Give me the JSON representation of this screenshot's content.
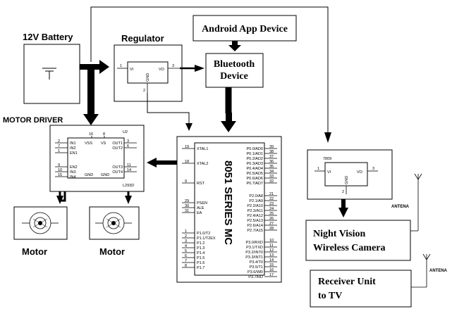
{
  "labels": {
    "battery": "12V Battery",
    "regulator": "Regulator",
    "android": "Android App Device",
    "bt_line1": "Bluetooth",
    "bt_line2": "Device",
    "motor_driver": "MOTOR DRIVER",
    "mc": "8051 SERIES MC",
    "motor_left": "Motor",
    "motor_right": "Motor",
    "camera_line1": "Night Vision",
    "camera_line2": "Wireless Camera",
    "receiver_line1": "Receiver Unit",
    "receiver_line2": "to TV",
    "antenna_top": "ANTENA",
    "antenna_bottom": "ANTENA"
  },
  "regulator_chip": {
    "vi": "VI",
    "vo": "VO",
    "gnd": "GND",
    "pin1": "1",
    "pin2": "2",
    "pin3": "3"
  },
  "regulator2_chip": {
    "part": "7809",
    "vi": "VI",
    "vo": "VO",
    "gnd": "GND",
    "pin1": "1",
    "pin2": "2",
    "pin3": "3"
  },
  "motor_driver_chip": {
    "ref": "U2",
    "part": "L293D",
    "vss": "VSS",
    "vs": "VS",
    "pin16": "16",
    "pin8": "8",
    "left_pins": [
      {
        "num": "2",
        "name": "IN1"
      },
      {
        "num": "7",
        "name": "IN2"
      },
      {
        "num": "1",
        "name": "EN1"
      },
      {
        "num": "9",
        "name": "EN2"
      },
      {
        "num": "10",
        "name": "IN3"
      },
      {
        "num": "15",
        "name": "IN4"
      }
    ],
    "right_pins": [
      {
        "num": "3",
        "name": "OUT1"
      },
      {
        "num": "6",
        "name": "OUT2"
      },
      {
        "num": "11",
        "name": "OUT3"
      },
      {
        "num": "14",
        "name": "OUT4"
      }
    ],
    "gnd1": "GND",
    "gnd2": "GND"
  },
  "mc_chip": {
    "left_pins": [
      {
        "num": "19",
        "name": "XTAL1"
      },
      {
        "num": "18",
        "name": "XTAL2"
      },
      {
        "num": "9",
        "name": "RST"
      },
      {
        "num": "29",
        "name": "PSEN"
      },
      {
        "num": "30",
        "name": "ALE"
      },
      {
        "num": "31",
        "name": "EA"
      },
      {
        "num": "1",
        "name": "P1.0/T2"
      },
      {
        "num": "2",
        "name": "P1.1/T2EX"
      },
      {
        "num": "3",
        "name": "P1.2"
      },
      {
        "num": "4",
        "name": "P1.3"
      },
      {
        "num": "5",
        "name": "P1.4"
      },
      {
        "num": "6",
        "name": "P1.5"
      },
      {
        "num": "7",
        "name": "P1.6"
      },
      {
        "num": "8",
        "name": "P1.7"
      }
    ],
    "right_pins": [
      {
        "num": "39",
        "name": "P0.0/AD0"
      },
      {
        "num": "38",
        "name": "P0.1/AD1"
      },
      {
        "num": "37",
        "name": "P0.2/AD2"
      },
      {
        "num": "36",
        "name": "P0.3/AD3"
      },
      {
        "num": "35",
        "name": "P0.4/AD4"
      },
      {
        "num": "34",
        "name": "P0.5/AD5"
      },
      {
        "num": "33",
        "name": "P0.6/AD6"
      },
      {
        "num": "32",
        "name": "P0.7/AD7"
      },
      {
        "num": "21",
        "name": "P2.0/A8"
      },
      {
        "num": "22",
        "name": "P2.1/A9"
      },
      {
        "num": "23",
        "name": "P2.2/A10"
      },
      {
        "num": "24",
        "name": "P2.3/A11"
      },
      {
        "num": "25",
        "name": "P2.4/A12"
      },
      {
        "num": "26",
        "name": "P2.5/A13"
      },
      {
        "num": "27",
        "name": "P2.6/A14"
      },
      {
        "num": "28",
        "name": "P2.7/A15"
      },
      {
        "num": "10",
        "name": "P3.0/RXD"
      },
      {
        "num": "11",
        "name": "P3.1/TXD"
      },
      {
        "num": "12",
        "name": "P3.2/INT0"
      },
      {
        "num": "13",
        "name": "P3.3/INT1"
      },
      {
        "num": "14",
        "name": "P3.4/T0"
      },
      {
        "num": "15",
        "name": "P3.5/T1"
      },
      {
        "num": "16",
        "name": "P3.6/WR"
      },
      {
        "num": "17",
        "name": "P3.7/RD"
      }
    ]
  }
}
